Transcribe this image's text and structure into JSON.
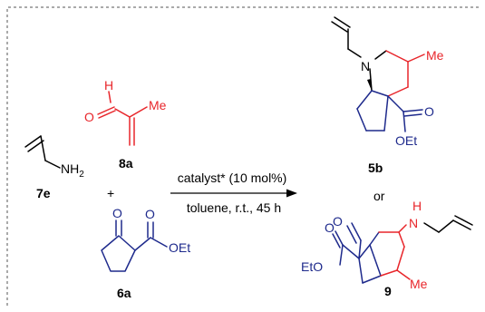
{
  "compounds": {
    "c7e": {
      "label": "7e",
      "nh2": "NH",
      "nh2_sub": "2"
    },
    "c8a": {
      "label": "8a",
      "h": "H",
      "o": "O",
      "me": "Me"
    },
    "c6a": {
      "label": "6a",
      "o_ketone": "O",
      "o_ester": "O",
      "oet": "OEt"
    },
    "c5b": {
      "label": "5b",
      "n": "N",
      "me": "Me",
      "o": "O",
      "oet": "OEt"
    },
    "c9": {
      "label": "9",
      "o_ketone": "O",
      "o_ester": "O",
      "eto": "EtO",
      "n": "N",
      "h": "H",
      "me": "Me"
    }
  },
  "plus": "+",
  "conditions": {
    "line1": "catalyst* (10 mol%)",
    "line2": "toluene, r.t., 45 h"
  },
  "or_text": "or",
  "colors": {
    "red": "#e8262b",
    "blue": "#1e2a8c",
    "black": "#000000"
  }
}
